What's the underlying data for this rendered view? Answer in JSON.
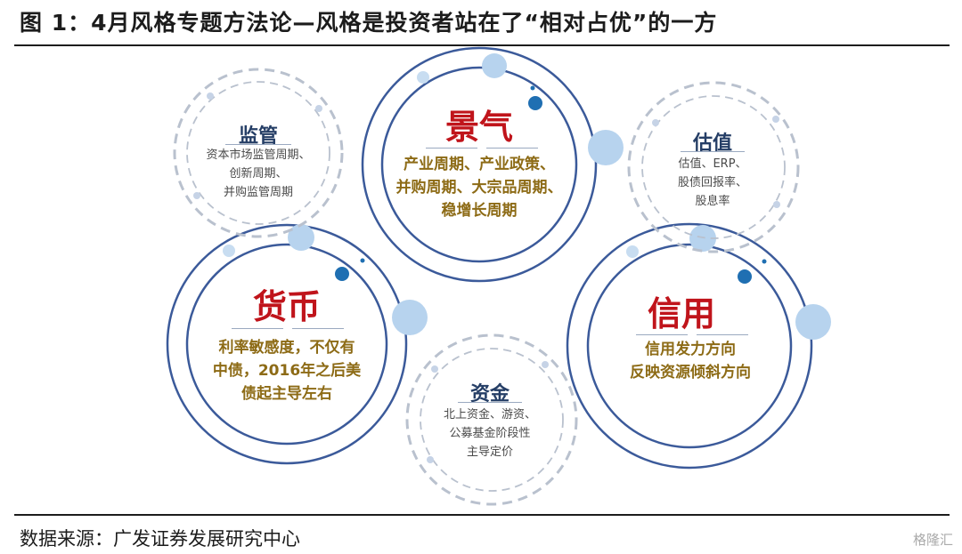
{
  "figure": {
    "title": "图 1：4月风格专题方法论—风格是投资者站在了“相对占优”的一方",
    "source": "数据来源：广发证券发展研究中心",
    "watermark": "格隆汇"
  },
  "nodes": {
    "jingqi": {
      "title": "景气",
      "lines": [
        "产业周期、产业政策、",
        "并购周期、大宗品周期、",
        "稳增长周期"
      ]
    },
    "huobi": {
      "title": "货币",
      "lines": [
        "利率敏感度，不仅有",
        "中债，2016年之后美",
        "债起主导左右"
      ]
    },
    "xinyong": {
      "title": "信用",
      "lines": [
        "信用发力方向",
        "反映资源倾斜方向"
      ]
    },
    "jianguan": {
      "title": "监管",
      "lines": [
        "资本市场监管周期、",
        "创新周期、",
        "并购监管周期"
      ]
    },
    "guzhi": {
      "title": "估值",
      "lines": [
        "估值、ERP、",
        "股债回报率、",
        "股息率"
      ]
    },
    "zijin": {
      "title": "资金",
      "lines": [
        "北上资金、游资、",
        "公募基金阶段性",
        "主导定价"
      ]
    }
  },
  "colors": {
    "navy": "#253e66",
    "red": "#c0141b",
    "gold": "#8d6b16",
    "ring": "#3b5a9a",
    "dash": "#b9c1ce"
  }
}
